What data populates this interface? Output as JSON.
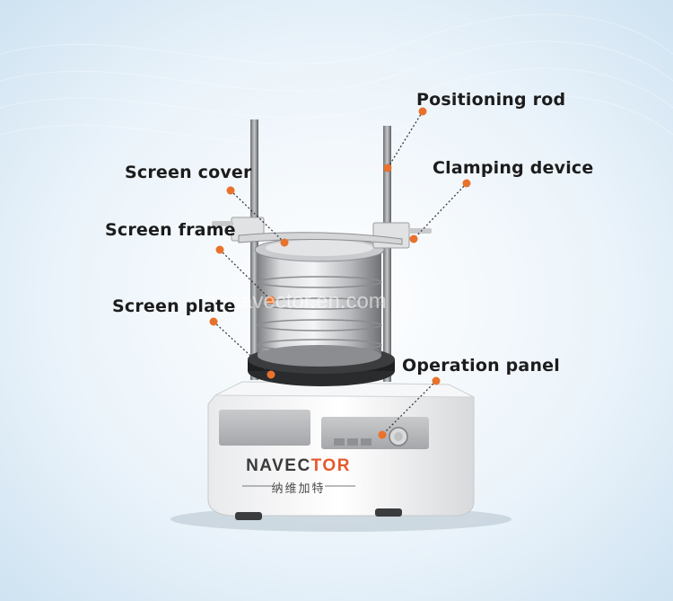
{
  "labels": {
    "positioning_rod": "Positioning rod",
    "clamping_device": "Clamping device",
    "screen_cover": "Screen cover",
    "screen_frame": "Screen frame",
    "screen_plate": "Screen plate",
    "operation_panel": "Operation panel"
  },
  "watermark": "hnnavector.en.com",
  "brand": {
    "part1": "NAVEC",
    "part2": "TOR",
    "subtitle": "纳维加特"
  },
  "colors": {
    "marker": "#e8722c",
    "leader": "#3a3a3a",
    "accent": "#e6592a"
  }
}
